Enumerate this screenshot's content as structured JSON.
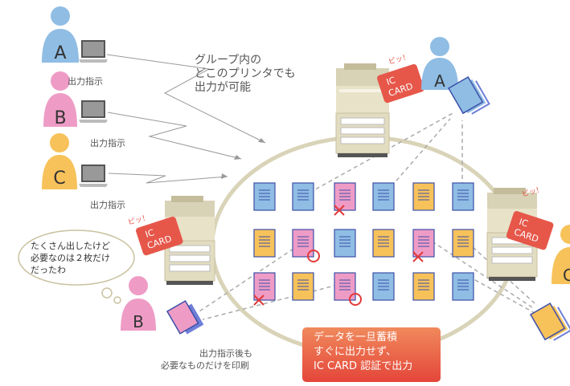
{
  "headline": [
    "グループ内の",
    "どこのプリンタでも",
    "出力が可能"
  ],
  "users": [
    {
      "letter": "A",
      "caption": "出力指示",
      "color": "#8fbde4"
    },
    {
      "letter": "B",
      "caption": "出力指示",
      "color": "#ee9cc6"
    },
    {
      "letter": "C",
      "caption": "出力指示",
      "color": "#f7c25a"
    }
  ],
  "thought": [
    "たくさん出したけど",
    "必要なのは２枚だけ",
    "だったわ"
  ],
  "print_caption": [
    "出力指示後も",
    "必要なものだけを印刷"
  ],
  "note": [
    "データを一旦蓄積",
    "すぐに出力せず、",
    "IC CARD 認証で出力"
  ],
  "card_text": [
    "IC",
    "CARD"
  ],
  "beep_text": "ピッ！",
  "printer_user_a": "A",
  "printer_user_c": "C",
  "print_user_b": "B",
  "colors": {
    "blue": "#8fbde4",
    "pink": "#ee9cc6",
    "orange": "#f7c25a",
    "ring": "#d9d3b8",
    "card": "#e6574a"
  }
}
